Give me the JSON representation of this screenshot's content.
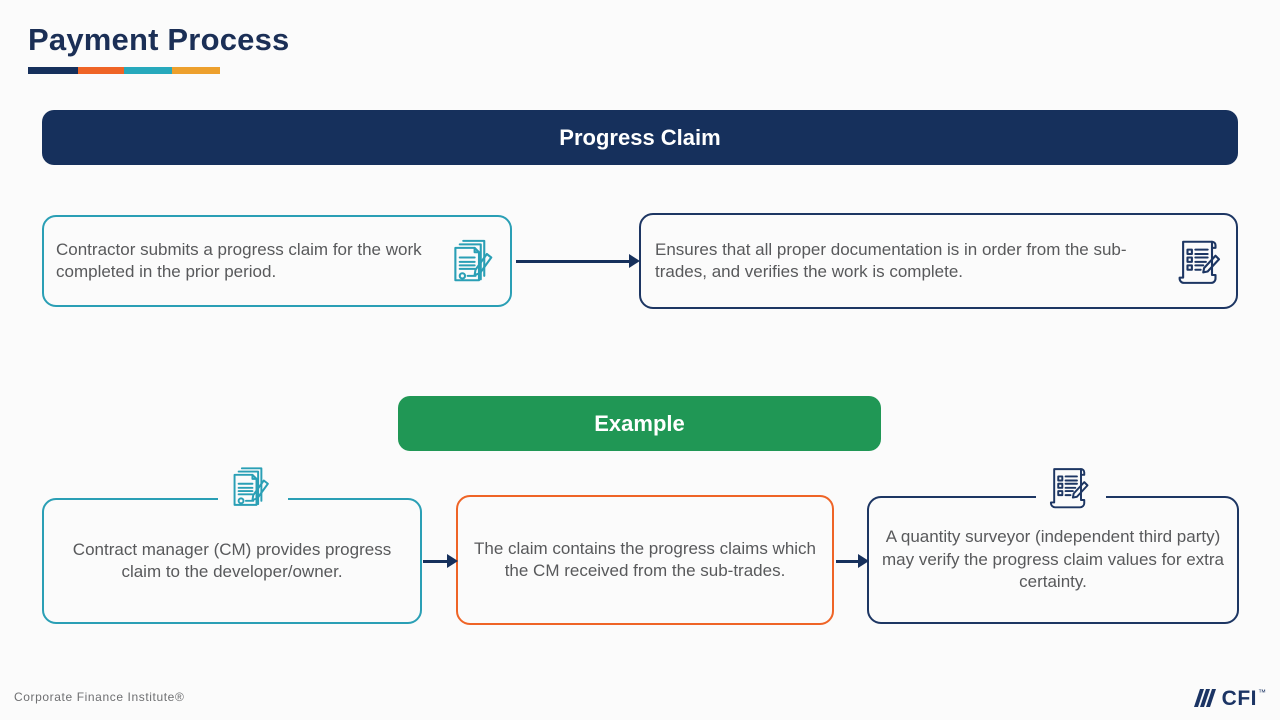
{
  "page": {
    "title": "Payment Process",
    "background_color": "#fbfbfb",
    "title_color": "#1b2f56",
    "body_text_color": "#58595b",
    "rule_colors": [
      "#16305c",
      "#ef6426",
      "#27a9bc",
      "#eda02d"
    ]
  },
  "sections": [
    {
      "banner": {
        "label": "Progress Claim",
        "background_color": "#16305c",
        "text_color": "#ffffff"
      },
      "cards": [
        {
          "text": "Contractor submits a progress claim for the work completed in the prior period.",
          "border_color": "#2a9fb5",
          "icon": "documents-pen-icon",
          "icon_color": "#2a9fb5"
        },
        {
          "text": "Ensures that all proper documentation is in order from the sub-trades, and verifies the work is complete.",
          "border_color": "#1d3663",
          "icon": "checklist-scroll-pen-icon",
          "icon_color": "#1d3663"
        }
      ],
      "arrows": [
        {
          "name": "arrow-top",
          "direction": "right",
          "color": "#16305c"
        }
      ]
    },
    {
      "banner": {
        "label": "Example",
        "background_color": "#209755",
        "text_color": "#ffffff"
      },
      "cards": [
        {
          "text": "Contract manager (CM) provides progress claim to the developer/owner.",
          "border_color": "#2a9fb5",
          "icon": "documents-pen-icon",
          "icon_color": "#2a9fb5"
        },
        {
          "text": "The claim contains the progress claims which the CM received from the sub-trades.",
          "border_color": "#ef6426",
          "icon": null,
          "icon_color": null
        },
        {
          "text": "A quantity surveyor (independent third party) may verify the progress claim values for extra certainty.",
          "border_color": "#1d3663",
          "icon": "checklist-scroll-pen-icon",
          "icon_color": "#1d3663"
        }
      ],
      "arrows": [
        {
          "name": "arrow-bottom-1",
          "direction": "right",
          "color": "#16305c"
        },
        {
          "name": "arrow-bottom-2",
          "direction": "right",
          "color": "#16305c"
        }
      ]
    }
  ],
  "footer": {
    "attribution": "Corporate Finance Institute®",
    "brand_name": "CFI",
    "brand_trademark": "™",
    "brand_color": "#1b3464"
  }
}
